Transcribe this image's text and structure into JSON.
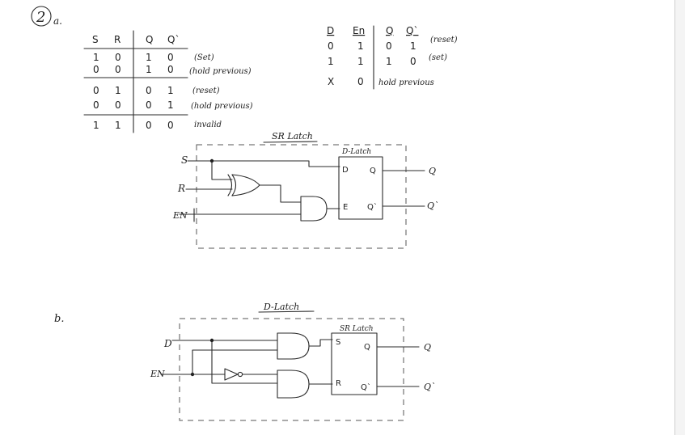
{
  "problem": {
    "number": "2",
    "part_a": "a.",
    "part_b": "b."
  },
  "table_sr": {
    "headers": [
      "S",
      "R",
      "Q",
      "Q`"
    ],
    "rows": [
      [
        "1",
        "0",
        "1",
        "0",
        "(Set)"
      ],
      [
        "0",
        "0",
        "1",
        "0",
        "(hold previous)"
      ],
      [
        "0",
        "1",
        "0",
        "1",
        "(reset)"
      ],
      [
        "0",
        "0",
        "0",
        "1",
        "(hold previous)"
      ],
      [
        "1",
        "1",
        "0",
        "0",
        "invalid"
      ]
    ]
  },
  "table_d": {
    "headers": [
      "D",
      "En",
      "Q",
      "Q`"
    ],
    "rows": [
      [
        "0",
        "1",
        "0",
        "1",
        "(reset)"
      ],
      [
        "1",
        "1",
        "1",
        "0",
        "(set)"
      ],
      [
        "X",
        "0",
        "hold previous",
        "",
        ""
      ]
    ]
  },
  "circuit_a": {
    "title": "SR Latch",
    "inputs": [
      "S",
      "R",
      "EN"
    ],
    "block_title": "D-Latch",
    "block_pins": [
      "D",
      "Q",
      "E",
      "Q`"
    ],
    "outputs": [
      "Q",
      "Q`"
    ]
  },
  "circuit_b": {
    "title": "D-Latch",
    "inputs": [
      "D",
      "EN"
    ],
    "block_title": "SR Latch",
    "block_pins": [
      "S",
      "Q",
      "R",
      "Q`"
    ],
    "outputs": [
      "Q",
      "Q`"
    ]
  }
}
